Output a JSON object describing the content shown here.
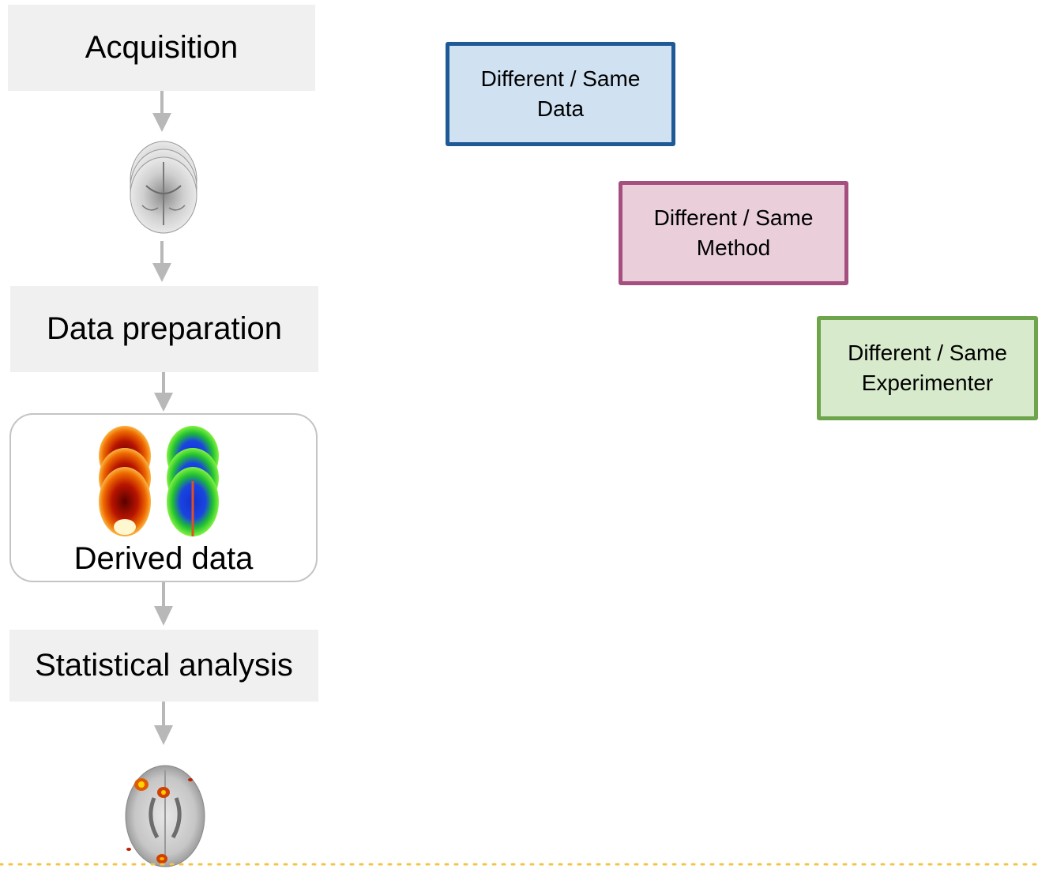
{
  "pipeline": {
    "acquisition": "Acquisition",
    "data_preparation": "Data preparation",
    "derived_data": "Derived data",
    "statistical_analysis": "Statistical analysis"
  },
  "tags": {
    "data": {
      "line1": "Different / Same",
      "line2": "Data",
      "border": "#1f5a96",
      "fill": "#d0e1f2"
    },
    "method": {
      "line1": "Different / Same",
      "line2": "Method",
      "border": "#a44f7f",
      "fill": "#eacfdb"
    },
    "experimenter": {
      "line1": "Different / Same",
      "line2": "Experimenter",
      "border": "#6ea54c",
      "fill": "#d7eacb"
    }
  },
  "colors": {
    "stage_fill": "#f0f0f0",
    "arrow": "#b8b8b8",
    "dotted_line": "#f2c447"
  },
  "icons": [
    "raw-brain-scan-icon",
    "derived-map-icon",
    "statistical-brain-map-icon"
  ]
}
